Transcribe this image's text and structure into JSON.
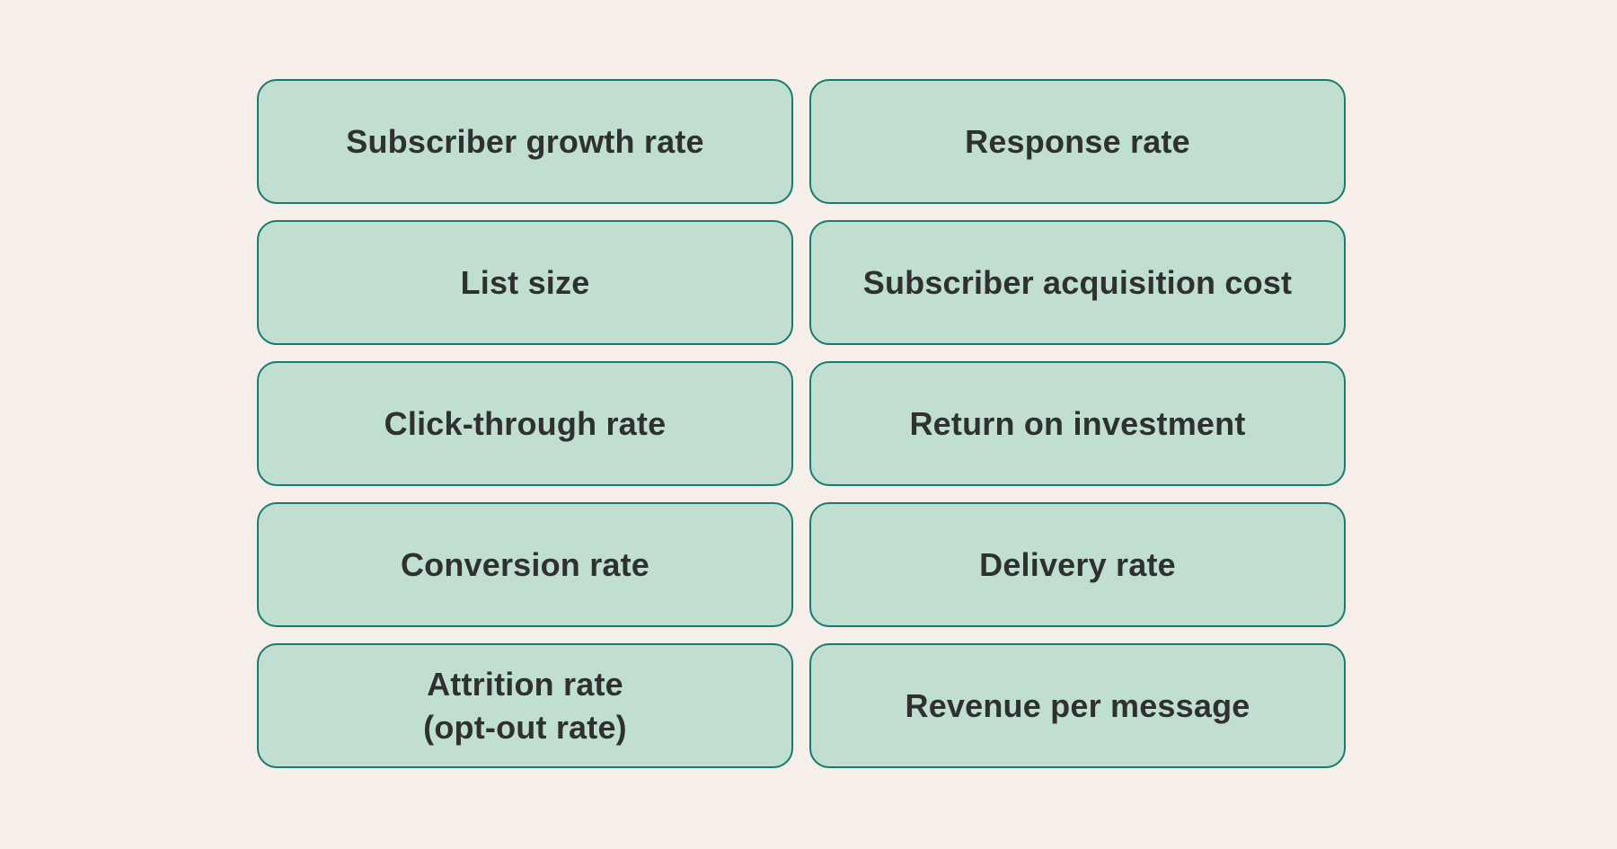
{
  "colors": {
    "background": "#f6efe9",
    "tile_fill": "#c1dfd0",
    "tile_border": "#1a7a70",
    "text": "#2f3030"
  },
  "metrics": [
    {
      "label": "Subscriber growth rate"
    },
    {
      "label": "Response rate"
    },
    {
      "label": "List size"
    },
    {
      "label": "Subscriber acquisition cost"
    },
    {
      "label": "Click-through rate"
    },
    {
      "label": "Return on investment"
    },
    {
      "label": "Conversion rate"
    },
    {
      "label": "Delivery rate"
    },
    {
      "label": "Attrition rate\n(opt-out rate)"
    },
    {
      "label": "Revenue per message"
    }
  ]
}
